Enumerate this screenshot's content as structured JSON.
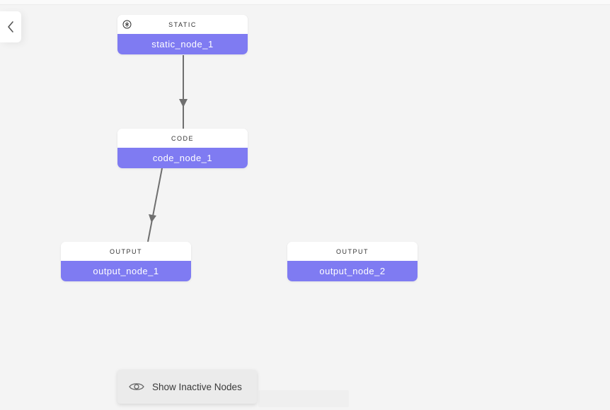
{
  "nav": {
    "back_icon": "chevron-left-icon"
  },
  "colors": {
    "node_header_bg": "#ffffff",
    "node_name_bg": "#7f7bf2",
    "edge": "#6f6f6f",
    "canvas_bg": "#f4f4f4"
  },
  "nodes": [
    {
      "type": "STATIC",
      "name": "static_node_1",
      "icon": "static-node-icon"
    },
    {
      "type": "CODE",
      "name": "code_node_1"
    },
    {
      "type": "OUTPUT",
      "name": "output_node_1"
    },
    {
      "type": "OUTPUT",
      "name": "output_node_2"
    }
  ],
  "edges": [
    {
      "from": "static_node_1",
      "to": "code_node_1"
    },
    {
      "from": "code_node_1",
      "to": "output_node_1"
    }
  ],
  "controls": {
    "show_inactive_label": "Show Inactive Nodes",
    "show_inactive_icon": "eye-icon"
  }
}
